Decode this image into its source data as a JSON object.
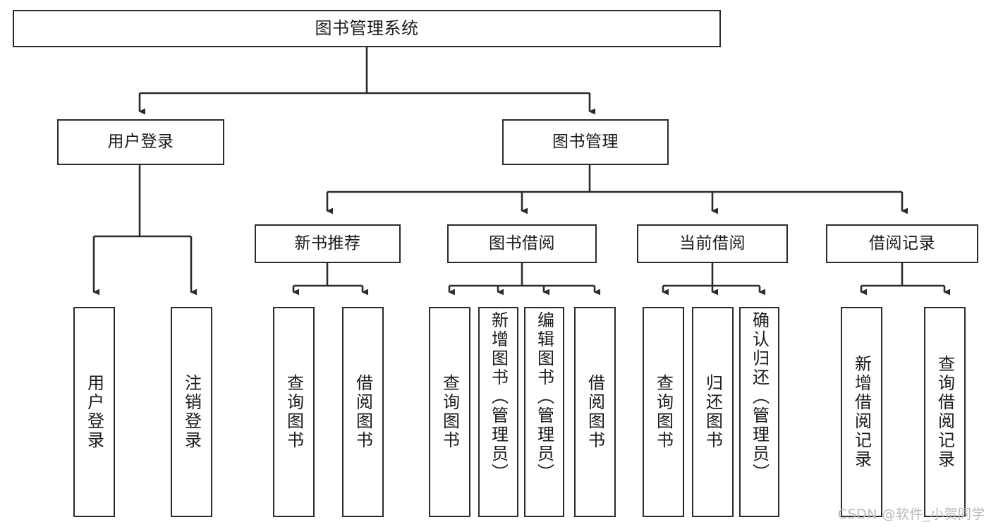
{
  "diagram": {
    "title": "图书管理系统",
    "type": "tree-hierarchy",
    "watermark": "CSDN @软件_小贺同学",
    "colors": {
      "stroke": "#2b2b2b",
      "fill": "#ffffff",
      "text": "#1a1a1a",
      "watermark": "#b9b9b9"
    },
    "nodes": {
      "root": {
        "label": "图书管理系统"
      },
      "level2": [
        {
          "id": "user-login",
          "label": "用户登录"
        },
        {
          "id": "book-management",
          "label": "图书管理"
        }
      ],
      "level3": [
        {
          "id": "new-book-recommend",
          "label": "新书推荐"
        },
        {
          "id": "book-borrow",
          "label": "图书借阅"
        },
        {
          "id": "current-borrow",
          "label": "当前借阅"
        },
        {
          "id": "borrow-record",
          "label": "借阅记录"
        }
      ],
      "leaves": {
        "user_login": [
          {
            "id": "leaf-user-login",
            "label": "用户登录"
          },
          {
            "id": "leaf-user-logout",
            "label": "注销登录"
          }
        ],
        "new_book_recommend": [
          {
            "id": "leaf-query-book-1",
            "label": "查询图书"
          },
          {
            "id": "leaf-borrow-book-1",
            "label": "借阅图书"
          }
        ],
        "book_borrow": [
          {
            "id": "leaf-query-book-2",
            "label": "查询图书"
          },
          {
            "id": "leaf-add-book",
            "label": "新增图书（管理员）"
          },
          {
            "id": "leaf-edit-book",
            "label": "编辑图书（管理员）"
          },
          {
            "id": "leaf-borrow-book-2",
            "label": "借阅图书"
          }
        ],
        "current_borrow": [
          {
            "id": "leaf-query-book-3",
            "label": "查询图书"
          },
          {
            "id": "leaf-return-book",
            "label": "归还图书"
          },
          {
            "id": "leaf-confirm-return",
            "label": "确认归还（管理员）"
          }
        ],
        "borrow_record": [
          {
            "id": "leaf-add-record",
            "label": "新增借阅记录"
          },
          {
            "id": "leaf-query-record",
            "label": "查询借阅记录"
          }
        ]
      }
    }
  }
}
